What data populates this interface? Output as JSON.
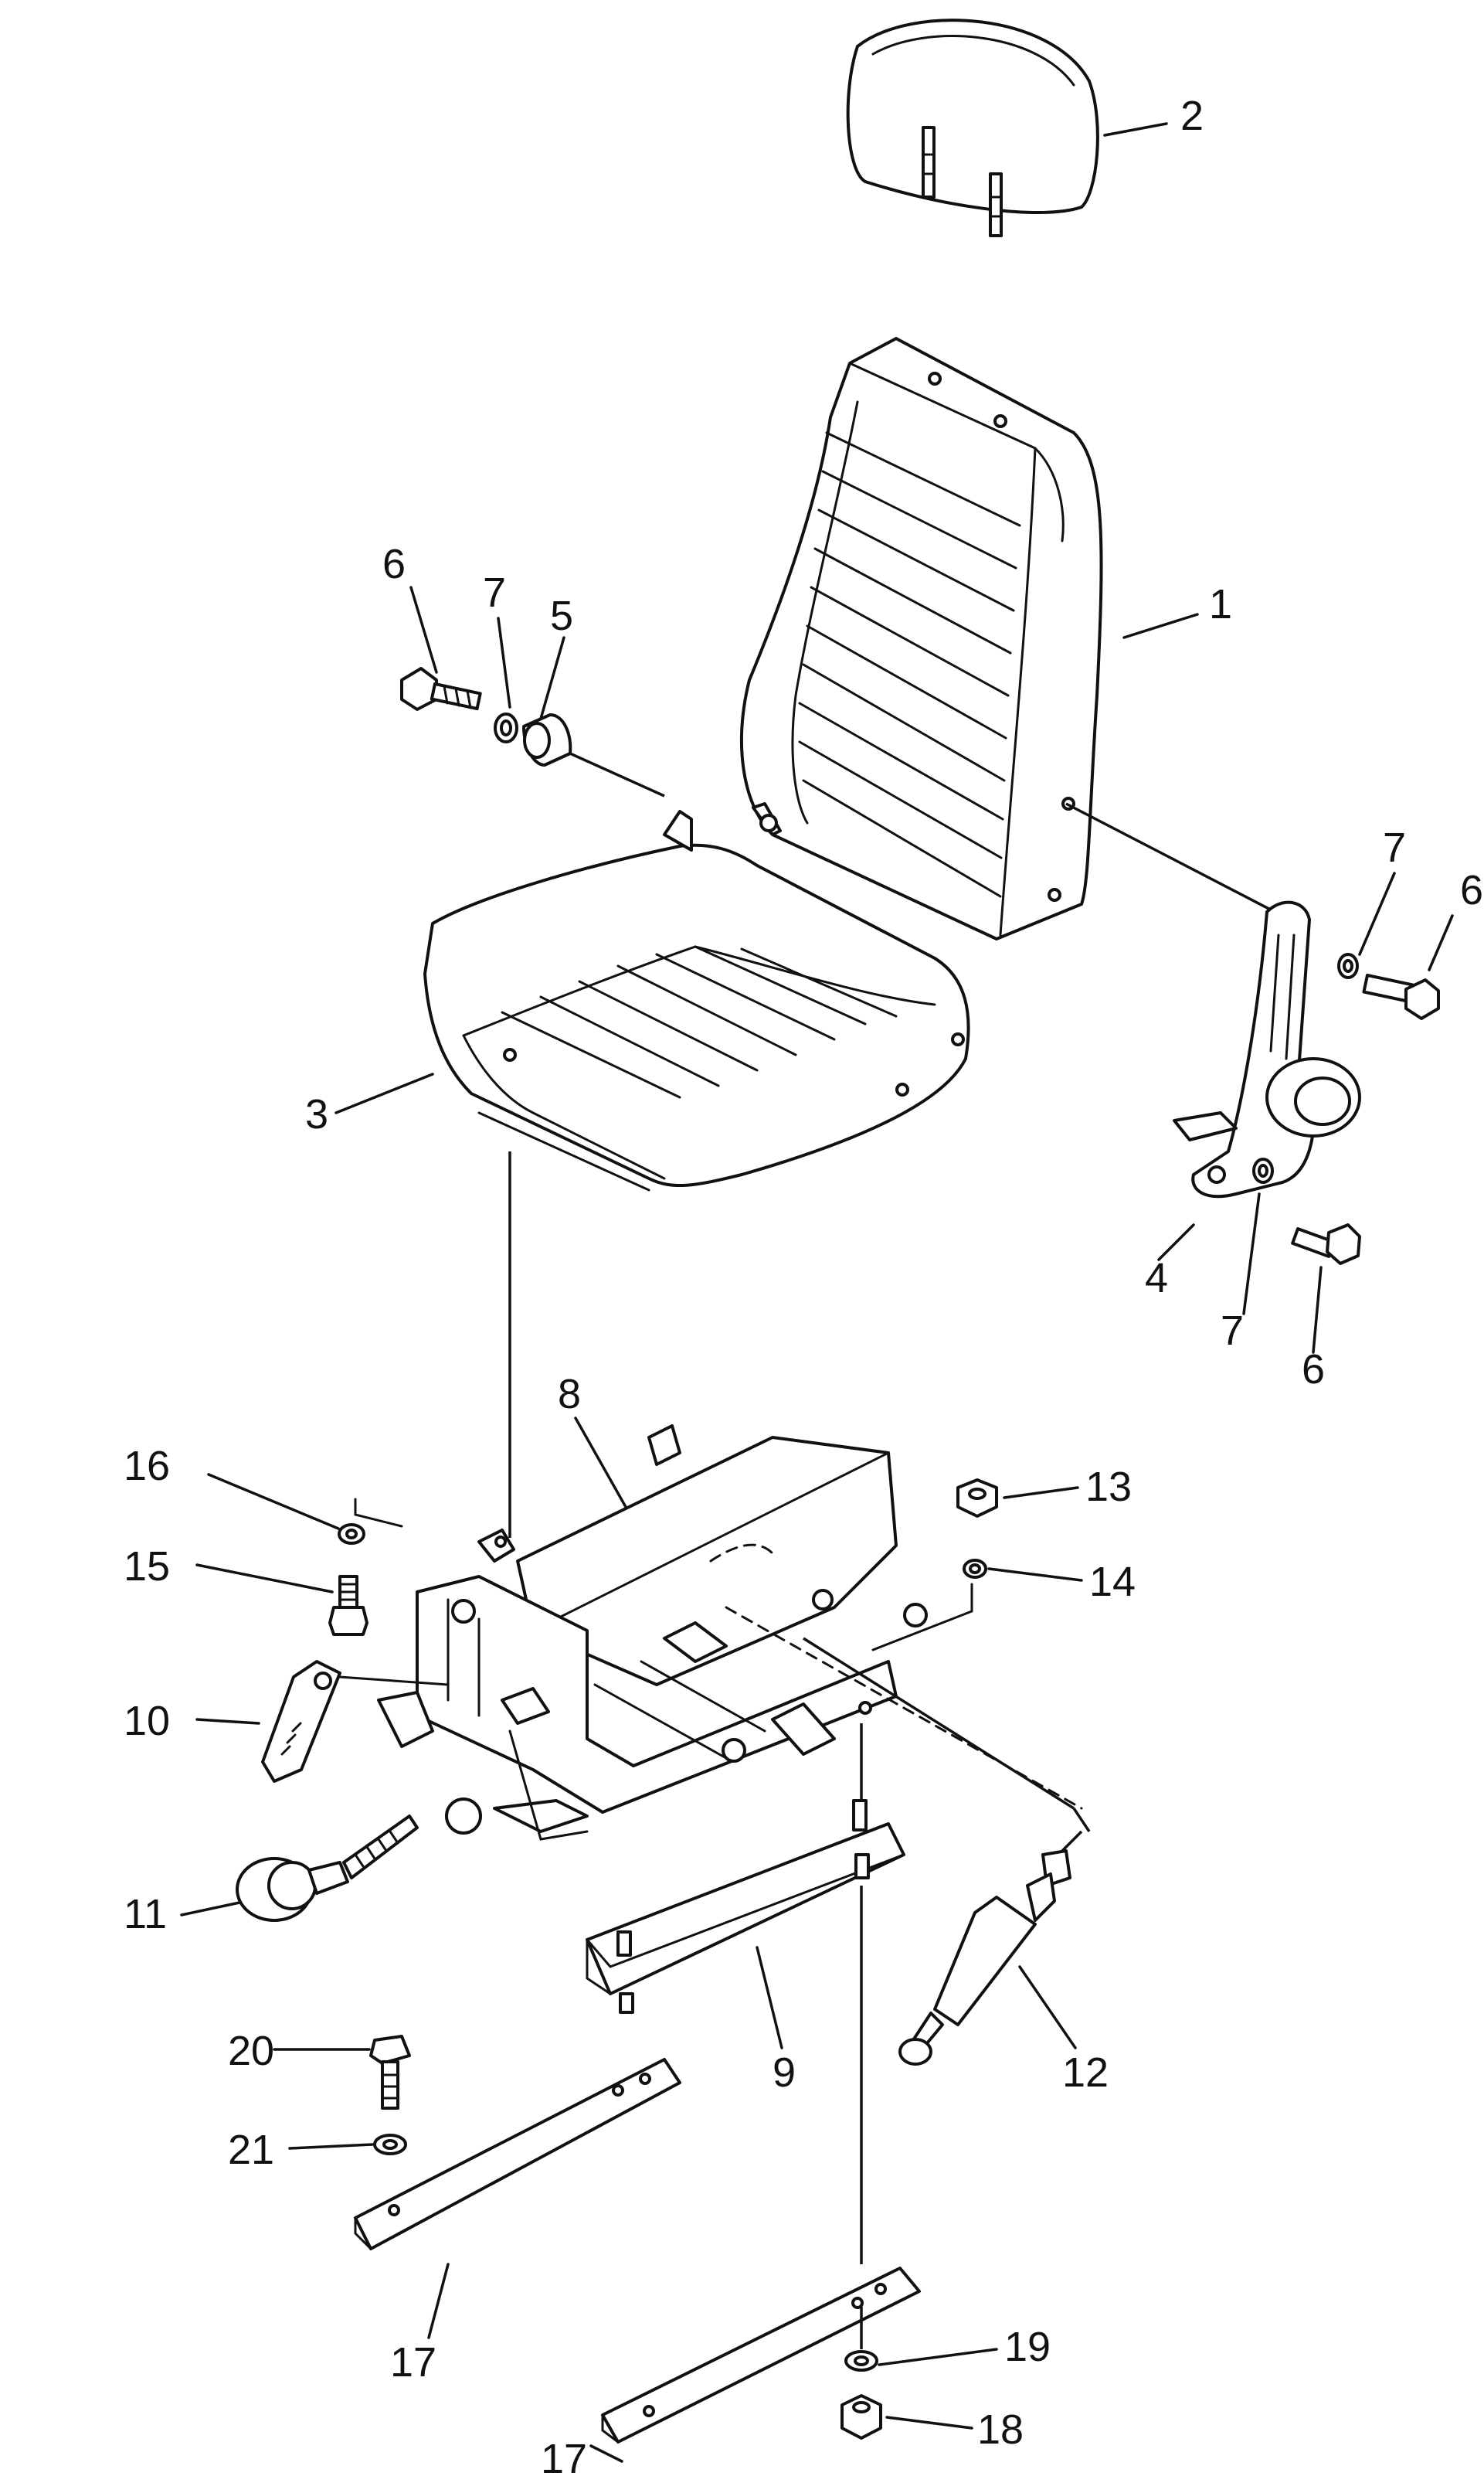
{
  "callouts": [
    {
      "id": "c1",
      "text": "1"
    },
    {
      "id": "c2",
      "text": "2"
    },
    {
      "id": "c3",
      "text": "3"
    },
    {
      "id": "c4",
      "text": "4"
    },
    {
      "id": "c5",
      "text": "5"
    },
    {
      "id": "c6a",
      "text": "6"
    },
    {
      "id": "c6b",
      "text": "6"
    },
    {
      "id": "c6c",
      "text": "6"
    },
    {
      "id": "c7a",
      "text": "7"
    },
    {
      "id": "c7b",
      "text": "7"
    },
    {
      "id": "c7c",
      "text": "7"
    },
    {
      "id": "c8",
      "text": "8"
    },
    {
      "id": "c9",
      "text": "9"
    },
    {
      "id": "c10",
      "text": "10"
    },
    {
      "id": "c11",
      "text": "11"
    },
    {
      "id": "c12",
      "text": "12"
    },
    {
      "id": "c13",
      "text": "13"
    },
    {
      "id": "c14",
      "text": "14"
    },
    {
      "id": "c15",
      "text": "15"
    },
    {
      "id": "c16",
      "text": "16"
    },
    {
      "id": "c17a",
      "text": "17"
    },
    {
      "id": "c17b",
      "text": "17"
    },
    {
      "id": "c18",
      "text": "18"
    },
    {
      "id": "c19",
      "text": "19"
    },
    {
      "id": "c20",
      "text": "20"
    },
    {
      "id": "c21",
      "text": "21"
    }
  ]
}
